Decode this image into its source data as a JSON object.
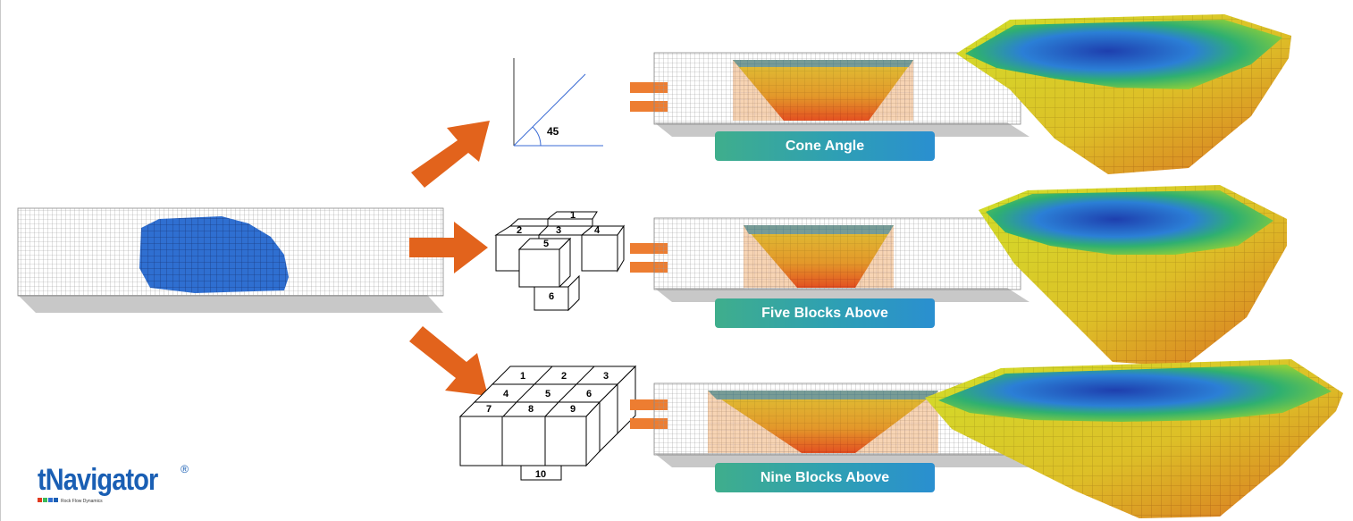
{
  "labels": {
    "cone_angle": "Cone Angle",
    "five_blocks": "Five Blocks Above",
    "nine_blocks": "Nine Blocks Above"
  },
  "angle_value": "45",
  "five_block_numbers": [
    "1",
    "2",
    "3",
    "4",
    "5",
    "6"
  ],
  "nine_block_numbers": [
    "1",
    "2",
    "3",
    "4",
    "5",
    "6",
    "7",
    "8",
    "9",
    "10"
  ],
  "logo": {
    "name": "tNavigator",
    "registered": "®",
    "tagline": "Rock Flow Dynamics"
  },
  "colors": {
    "arrow": "#e2631c",
    "equals": "#ed7d31",
    "label_start": "#3fae8c",
    "label_end": "#2a8fd0",
    "ore_blue": "#2f6fd1",
    "pit_red": "#e23a1f",
    "pit_yellow": "#d6e02a",
    "pit_green": "#3cba5a"
  }
}
